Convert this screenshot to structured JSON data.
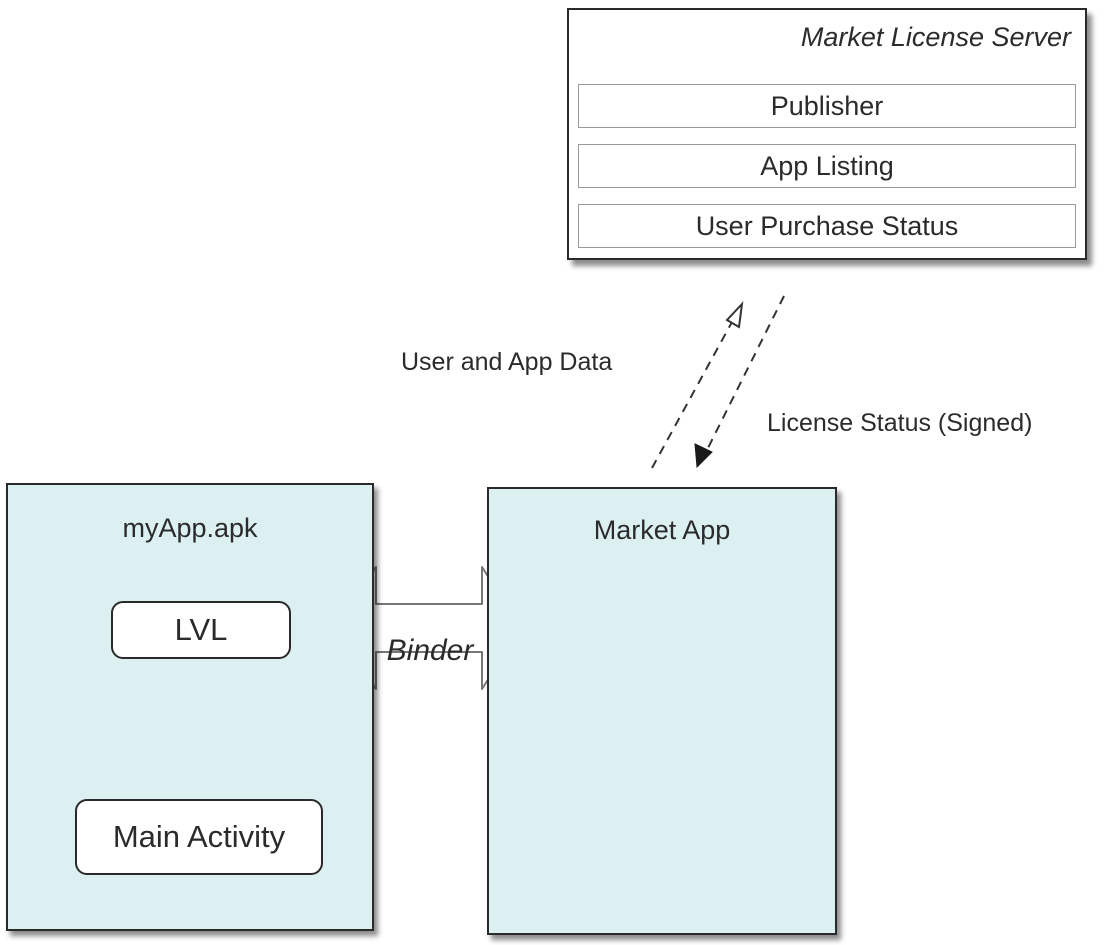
{
  "server": {
    "title": "Market License Server",
    "rows": [
      "Publisher",
      "App Listing",
      "User Purchase Status"
    ]
  },
  "labels": {
    "user_and_app_data": "User and App Data",
    "license_status": "License Status (Signed)"
  },
  "app_component": {
    "title": "myApp.apk",
    "lvl": "LVL",
    "main_activity": "Main Activity"
  },
  "market_component": {
    "title": "Market App",
    "icon": "android-market-bag-icon"
  },
  "binder": {
    "label": "Binder"
  },
  "colors": {
    "component_fill": "#dcf0f2",
    "android_green": "#8cb83a",
    "border": "#2a2a2a"
  }
}
